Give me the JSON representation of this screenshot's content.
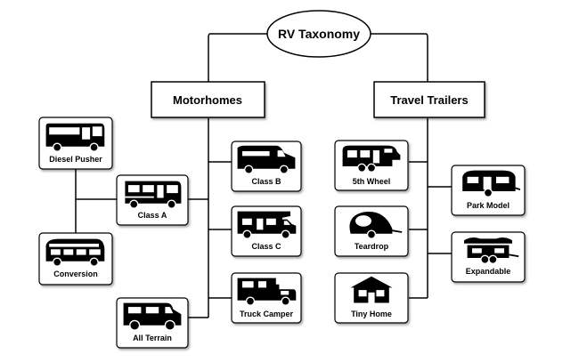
{
  "root": {
    "label": "RV Taxonomy"
  },
  "categories": [
    {
      "label": "Motorhomes"
    },
    {
      "label": "Travel Trailers"
    }
  ],
  "motorhome_types": [
    {
      "label": "Diesel Pusher",
      "icon": "diesel-pusher-icon"
    },
    {
      "label": "Class A",
      "icon": "class-a-icon"
    },
    {
      "label": "Conversion",
      "icon": "conversion-van-icon"
    },
    {
      "label": "All Terrain",
      "icon": "all-terrain-van-icon"
    },
    {
      "label": "Class B",
      "icon": "class-b-icon"
    },
    {
      "label": "Class C",
      "icon": "class-c-icon"
    },
    {
      "label": "Truck Camper",
      "icon": "truck-camper-icon"
    }
  ],
  "trailer_types": [
    {
      "label": "5th Wheel",
      "icon": "fifth-wheel-icon"
    },
    {
      "label": "Teardrop",
      "icon": "teardrop-icon"
    },
    {
      "label": "Tiny Home",
      "icon": "tiny-home-icon"
    },
    {
      "label": "Park Model",
      "icon": "park-model-icon"
    },
    {
      "label": "Expandable",
      "icon": "expandable-icon"
    }
  ]
}
